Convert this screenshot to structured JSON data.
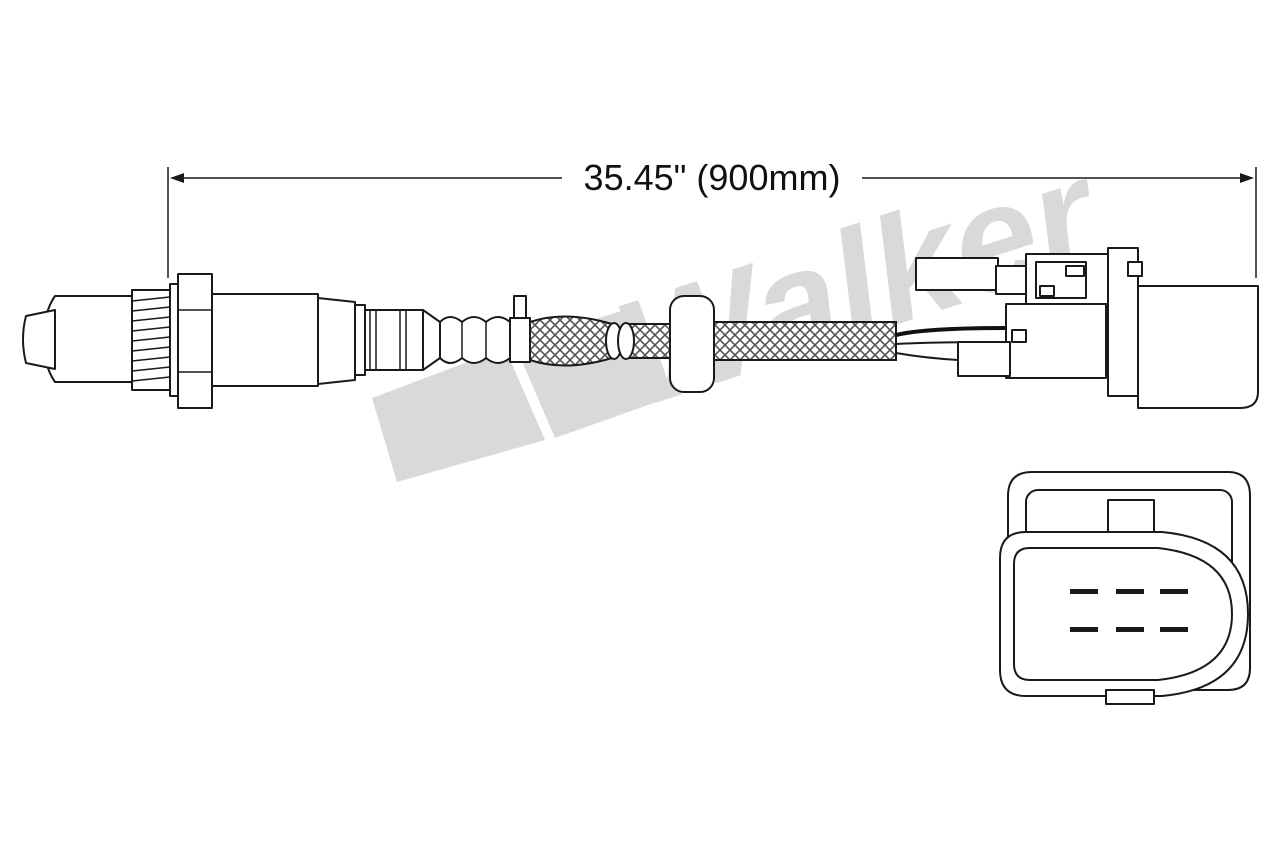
{
  "dimension": {
    "label": "35.45\" (900mm)"
  },
  "logo": {
    "name": "walker-logo",
    "text": "Walker",
    "color": "#d9d9d9"
  },
  "colors": {
    "ink": "#1a1a1a",
    "braid": "#555555",
    "wire_dark": "#111111"
  },
  "connector": {
    "pin_rows": 2,
    "pins_per_row": 3
  }
}
